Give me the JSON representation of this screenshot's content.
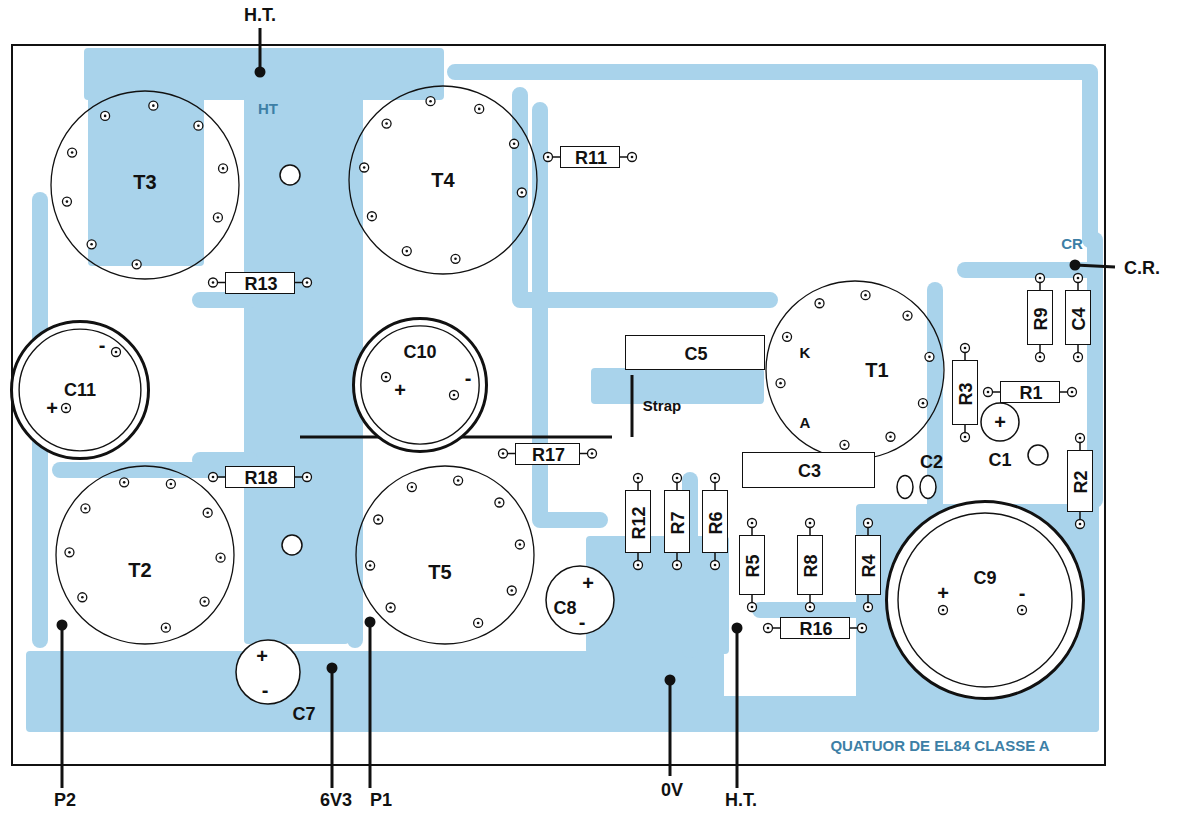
{
  "diagram": {
    "nodes": [
      {
        "text": [
          "T3"
        ]
      },
      {
        "text": [
          "T4"
        ]
      },
      {
        "text": [
          "R11"
        ]
      },
      {
        "text": [
          "R13"
        ]
      },
      {
        "text": [
          "R9"
        ]
      },
      {
        "text": [
          "C4"
        ]
      },
      {
        "text": [
          "C11"
        ]
      },
      {
        "text": [
          "C10"
        ]
      },
      {
        "text": [
          "C5"
        ]
      },
      {
        "text": [
          "T1"
        ]
      },
      {
        "text": [
          "R3"
        ]
      },
      {
        "text": [
          "R1"
        ]
      },
      {
        "text": [
          "C1"
        ]
      },
      {
        "text": [
          "R17"
        ]
      },
      {
        "text": [
          "C2"
        ]
      },
      {
        "text": [
          "C3"
        ]
      },
      {
        "text": [
          "R18"
        ]
      },
      {
        "text": [
          "R2"
        ]
      },
      {
        "text": [
          "R12"
        ]
      },
      {
        "text": [
          "R7"
        ]
      },
      {
        "text": [
          "R6"
        ]
      },
      {
        "text": [
          "R5"
        ]
      },
      {
        "text": [
          "R8"
        ]
      },
      {
        "text": [
          "R4"
        ]
      },
      {
        "text": [
          "T2"
        ]
      },
      {
        "text": [
          "T5"
        ]
      },
      {
        "text": [
          "C8"
        ]
      },
      {
        "text": [
          "C9"
        ]
      },
      {
        "text": [
          "R16"
        ]
      },
      {
        "text": [
          "C7"
        ]
      }
    ],
    "labels": [
      "H.T.",
      "HT",
      "CR",
      "C.R.",
      "-",
      "+",
      "+",
      "-",
      "K",
      "Strap",
      "A",
      "+",
      "+",
      "-",
      "+",
      "-",
      "+",
      "-",
      "QUATUOR DE EL84 CLASSE A",
      "P2",
      "6V3",
      "P1",
      "0V",
      "H.T."
    ]
  }
}
